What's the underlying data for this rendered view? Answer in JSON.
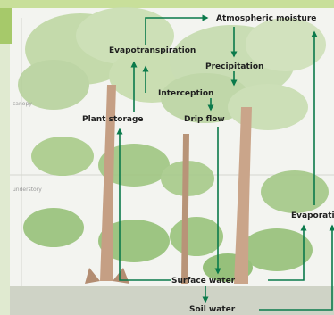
{
  "labels": {
    "atmospheric_moisture": "Atmospheric moisture",
    "evapotranspiration": "Evapotranspiration",
    "precipitation": "Precipitation",
    "interception": "Interception",
    "plant_storage": "Plant storage",
    "drip_flow": "Drip flow",
    "evaporation": "Evaporati",
    "surface_water": "Surface water",
    "soil_water": "Soil water"
  },
  "layers": {
    "canopy": "canopy",
    "understory": "understory"
  },
  "colors": {
    "arrow": "#0b7a4b",
    "accent_bar": "#c8df9a",
    "side_block": "#a6c96a"
  }
}
